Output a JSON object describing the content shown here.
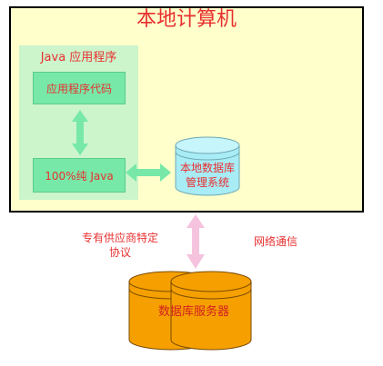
{
  "diagram": {
    "local_computer": {
      "title": "本地计算机"
    },
    "java_app": {
      "title": "Java 应用程序"
    },
    "app_code": {
      "label": "应用程序代码"
    },
    "pure_java": {
      "label": "100%纯 Java"
    },
    "local_db": {
      "line1": "本地数据库",
      "line2": "管理系统"
    },
    "db_server": {
      "label": "数据库服务器"
    },
    "protocol_label": {
      "line1": "专有供应商特定",
      "line2": "协议"
    },
    "network_label": "网络通信"
  },
  "colors": {
    "border": "#000000",
    "local_bg": "#ffffcc",
    "java_bg": "#ccf5cc",
    "green_box": "#77e8a8",
    "cyan_db": "#a8ecf5",
    "orange_db": "#f5a000",
    "pink_arrow": "#f5c3de",
    "label_red": "#e83030"
  }
}
